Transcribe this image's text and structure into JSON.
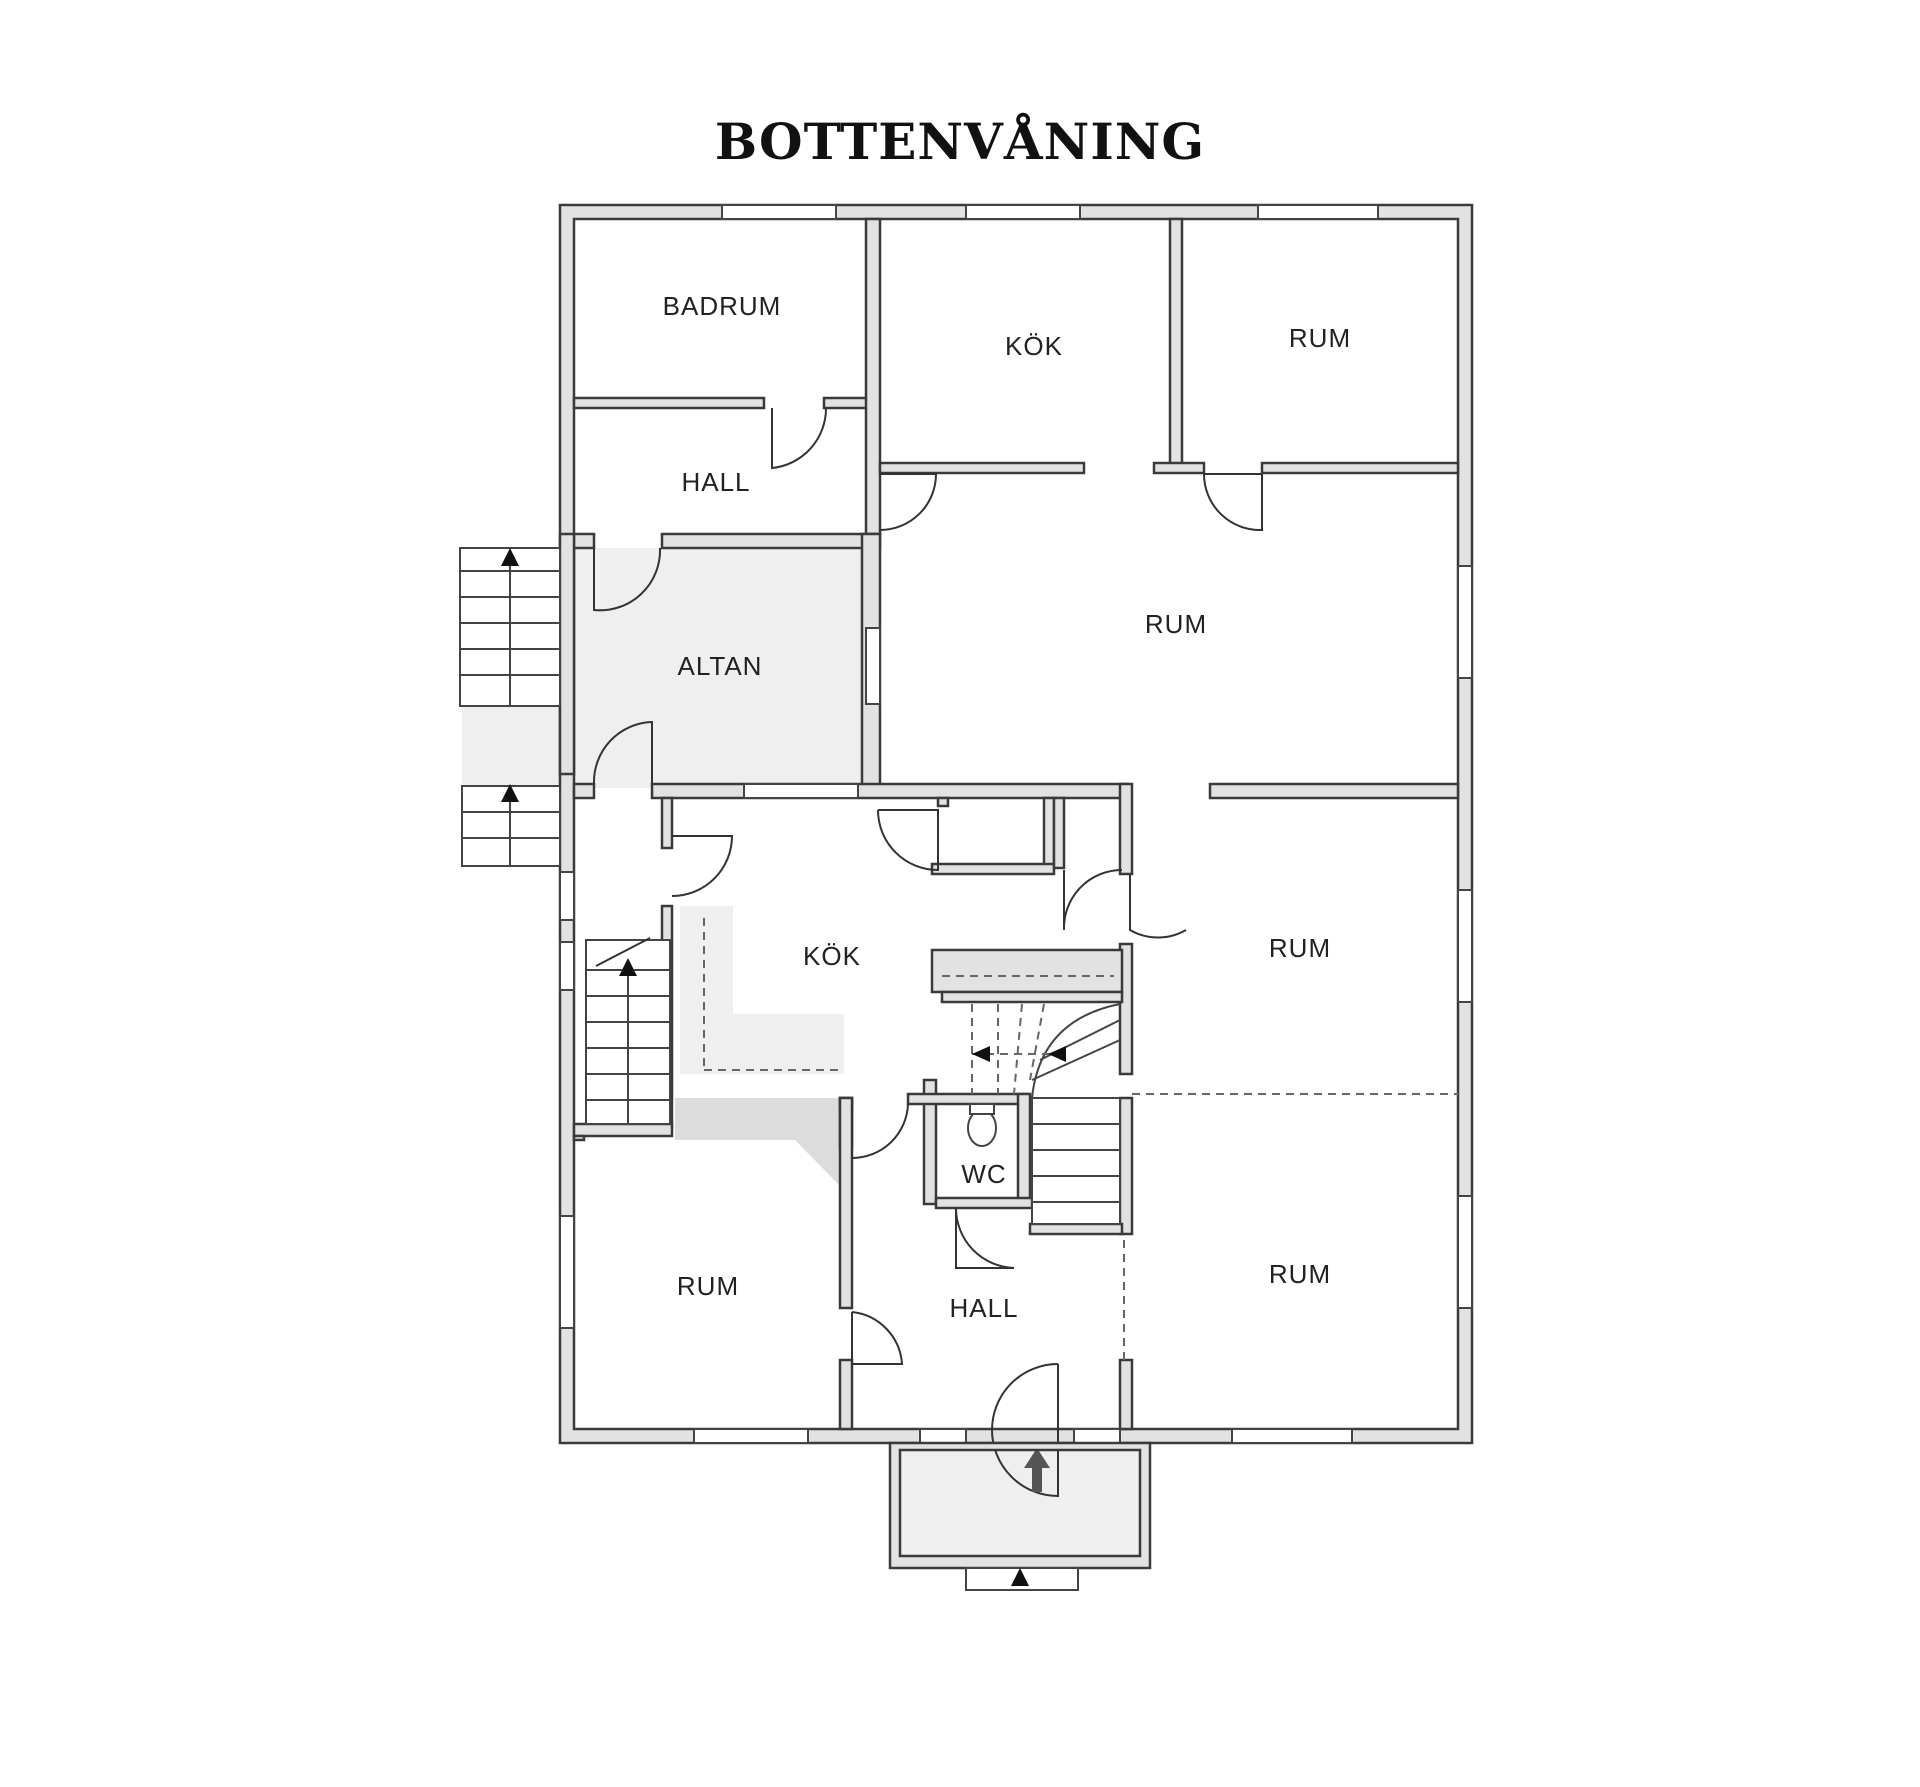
{
  "title": "BOTTENVÅNING",
  "rooms": {
    "badrum": "BADRUM",
    "kok_top": "KÖK",
    "rum_top_right": "RUM",
    "hall_top": "HALL",
    "altan": "ALTAN",
    "rum_large": "RUM",
    "kok_mid": "KÖK",
    "rum_mid_right": "RUM",
    "wc": "WC",
    "rum_bottom_left": "RUM",
    "hall_bottom": "HALL",
    "rum_bottom_right": "RUM"
  },
  "colors": {
    "wall": "#e2e2e2",
    "wall_outline": "#3a3a3a",
    "shaded_area": "#efefef"
  }
}
